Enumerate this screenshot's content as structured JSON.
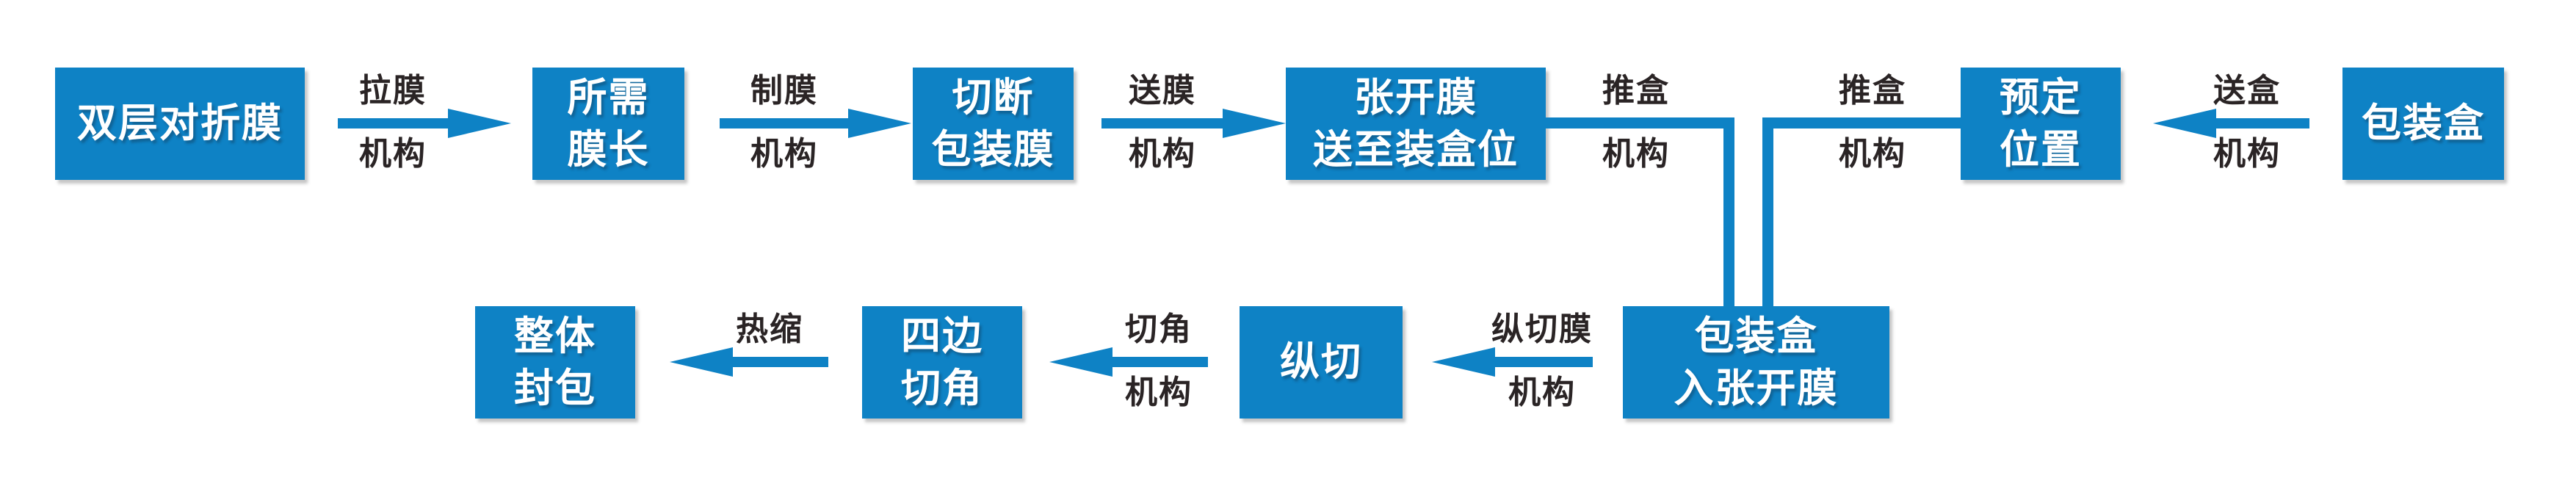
{
  "diagram": {
    "title": "film wrapping / cartoning process flow",
    "background_color": "#ffffff",
    "accent_blue": "#0e82c5",
    "label_color": "#2a2425",
    "box_text_color": "#ffffff"
  },
  "nodes": [
    {
      "id": "double-layer-folded-film",
      "lines": [
        "双层对折膜"
      ]
    },
    {
      "id": "required-film-length",
      "lines": [
        "所需",
        "膜长"
      ]
    },
    {
      "id": "cut-packaging-film",
      "lines": [
        "切断",
        "包装膜"
      ]
    },
    {
      "id": "open-film-to-boxing-pos",
      "lines": [
        "张开膜",
        "送至装盒位"
      ]
    },
    {
      "id": "predetermined-position",
      "lines": [
        "预定",
        "位置"
      ]
    },
    {
      "id": "packaging-box",
      "lines": [
        "包装盒"
      ]
    },
    {
      "id": "overall-sealing",
      "lines": [
        "整体",
        "封包"
      ]
    },
    {
      "id": "four-side-corner-cut",
      "lines": [
        "四边",
        "切角"
      ]
    },
    {
      "id": "longitudinal-cut",
      "lines": [
        "纵切"
      ]
    },
    {
      "id": "box-into-open-film",
      "lines": [
        "包装盒",
        "入张开膜"
      ]
    }
  ],
  "edges": [
    {
      "from": "double-layer-folded-film",
      "to": "required-film-length",
      "direction": "right",
      "label_top": "拉膜",
      "label_bottom": "机构"
    },
    {
      "from": "required-film-length",
      "to": "cut-packaging-film",
      "direction": "right",
      "label_top": "制膜",
      "label_bottom": "机构"
    },
    {
      "from": "cut-packaging-film",
      "to": "open-film-to-boxing-pos",
      "direction": "right",
      "label_top": "送膜",
      "label_bottom": "机构"
    },
    {
      "from": "open-film-to-boxing-pos",
      "to": "box-into-open-film",
      "direction": "down-elbow",
      "label_top": "推盒",
      "label_bottom": "机构"
    },
    {
      "from": "predetermined-position",
      "to": "box-into-open-film",
      "direction": "down-elbow",
      "label_top": "推盒",
      "label_bottom": "机构"
    },
    {
      "from": "packaging-box",
      "to": "predetermined-position",
      "direction": "left",
      "label_top": "送盒",
      "label_bottom": "机构"
    },
    {
      "from": "four-side-corner-cut",
      "to": "overall-sealing",
      "direction": "left",
      "label_top": "热缩",
      "label_bottom": ""
    },
    {
      "from": "longitudinal-cut",
      "to": "four-side-corner-cut",
      "direction": "left",
      "label_top": "切角",
      "label_bottom": "机构"
    },
    {
      "from": "box-into-open-film",
      "to": "longitudinal-cut",
      "direction": "left",
      "label_top": "纵切膜",
      "label_bottom": "机构"
    }
  ]
}
